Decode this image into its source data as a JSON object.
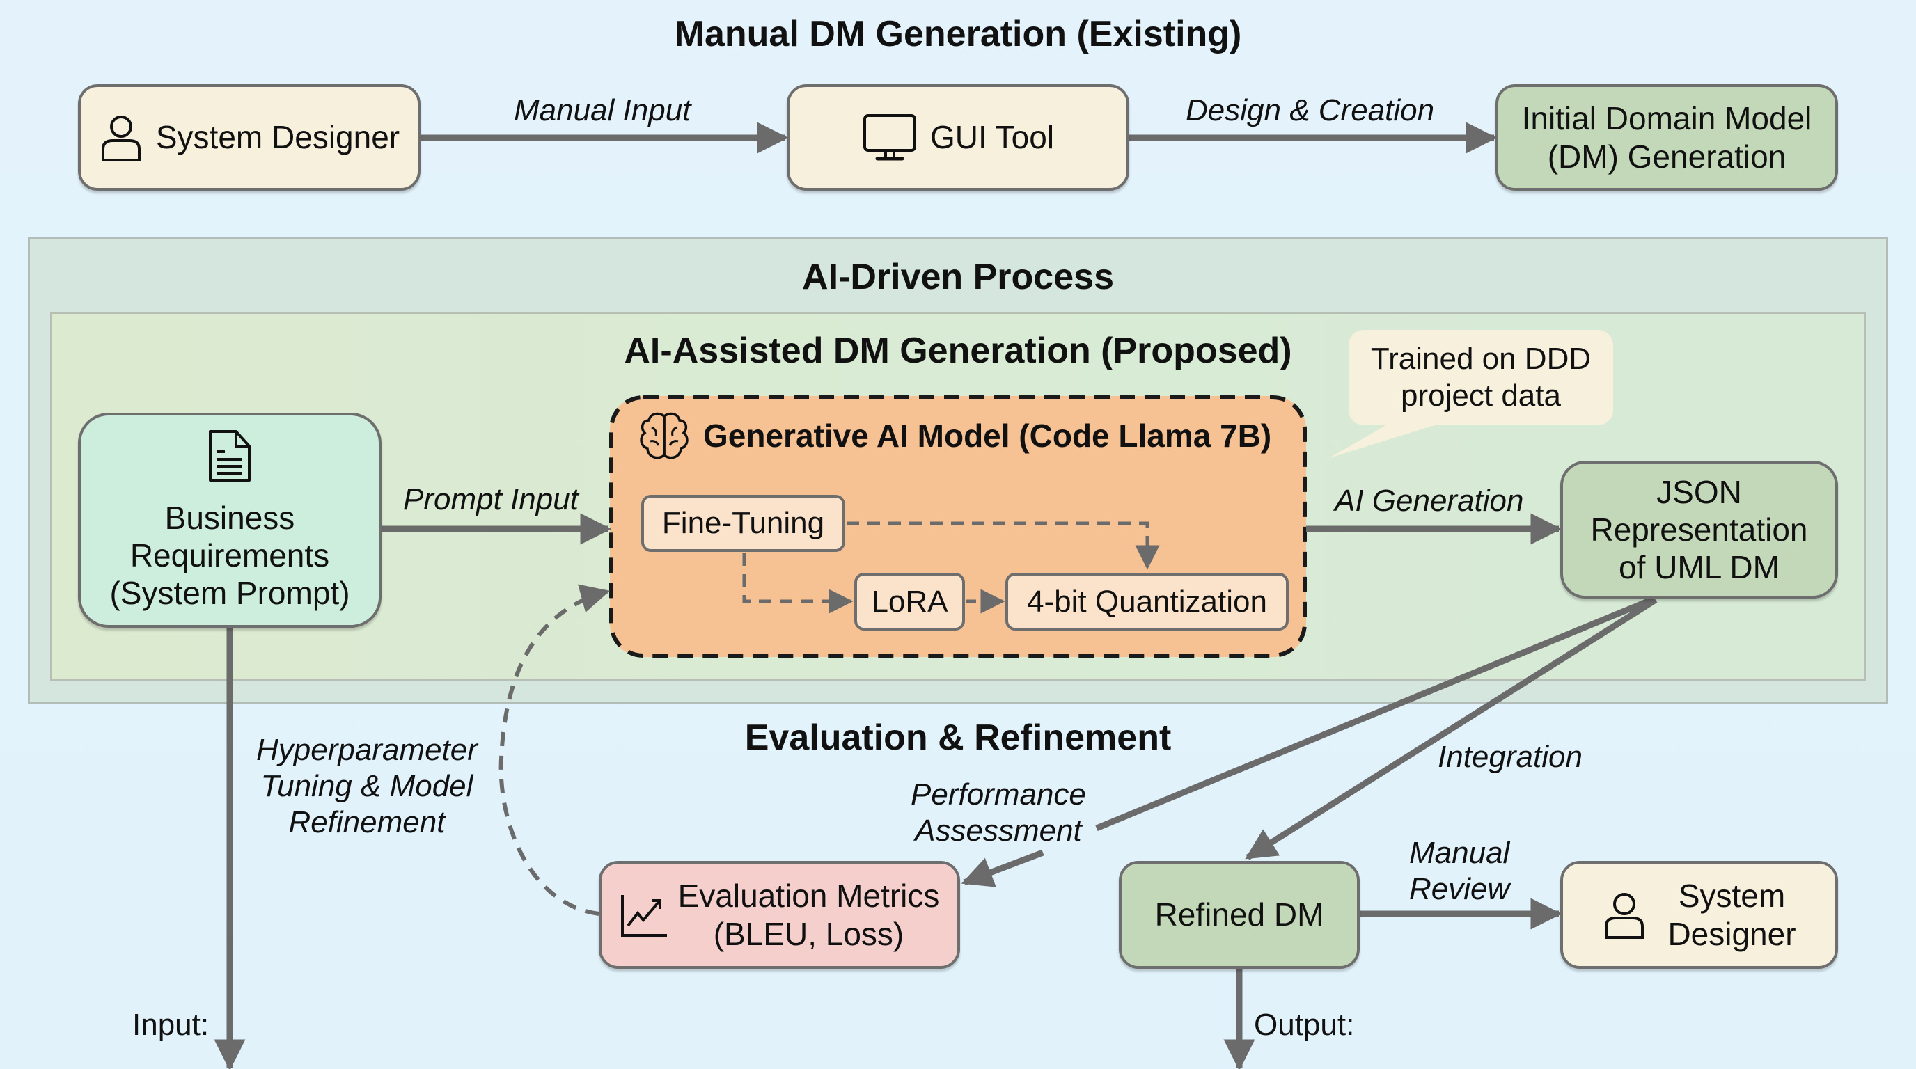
{
  "manual_section": {
    "title": "Manual DM Generation (Existing)",
    "nodes": {
      "system_designer": {
        "label": "System Designer",
        "icon": "person-icon"
      },
      "gui_tool": {
        "label": "GUI Tool",
        "icon": "monitor-icon"
      },
      "initial_dm": {
        "line1": "Initial Domain Model",
        "line2": "(DM) Generation"
      }
    },
    "edges": {
      "manual_input": "Manual Input",
      "design_creation": "Design & Creation"
    }
  },
  "ai_section": {
    "outer_title": "AI-Driven Process",
    "inner_title": "AI-Assisted DM Generation (Proposed)",
    "business_requirements": {
      "icon": "document-icon",
      "line1": "Business",
      "line2": "Requirements",
      "line3": "(System Prompt)"
    },
    "prompt_input": "Prompt Input",
    "generative_model": {
      "icon": "brain-icon",
      "title": "Generative AI Model (Code Llama 7B)",
      "fine_tuning": "Fine-Tuning",
      "lora": "LoRA",
      "quantization": "4-bit Quantization"
    },
    "callout": {
      "line1": "Trained on DDD",
      "line2": "project data"
    },
    "ai_generation": "AI Generation",
    "json_output": {
      "line1": "JSON",
      "line2": "Representation",
      "line3": "of UML DM"
    }
  },
  "evaluation_section": {
    "title": "Evaluation & Refinement",
    "hyperparameter_label": {
      "line1": "Hyperparameter",
      "line2": "Tuning & Model",
      "line3": "Refinement"
    },
    "performance_label": {
      "line1": "Performance",
      "line2": "Assessment"
    },
    "integration_label": "Integration",
    "evaluation_metrics": {
      "icon": "chart-trend-icon",
      "line1": "Evaluation Metrics",
      "line2": "(BLEU, Loss)"
    },
    "refined_dm": "Refined DM",
    "manual_review": {
      "line1": "Manual",
      "line2": "Review"
    },
    "system_designer": {
      "icon": "person-icon",
      "line1": "System",
      "line2": "Designer"
    },
    "input_label": "Input:",
    "output_label": "Output:"
  },
  "colors": {
    "background": "#e2f3fb",
    "cream_box": "#f7f0dd",
    "green_box": "#c3d8b8",
    "mint_box": "#cdeedc",
    "pink_box": "#f5cfcc",
    "generative_box": "#f6c193",
    "arrow": "#6b6b6b"
  }
}
